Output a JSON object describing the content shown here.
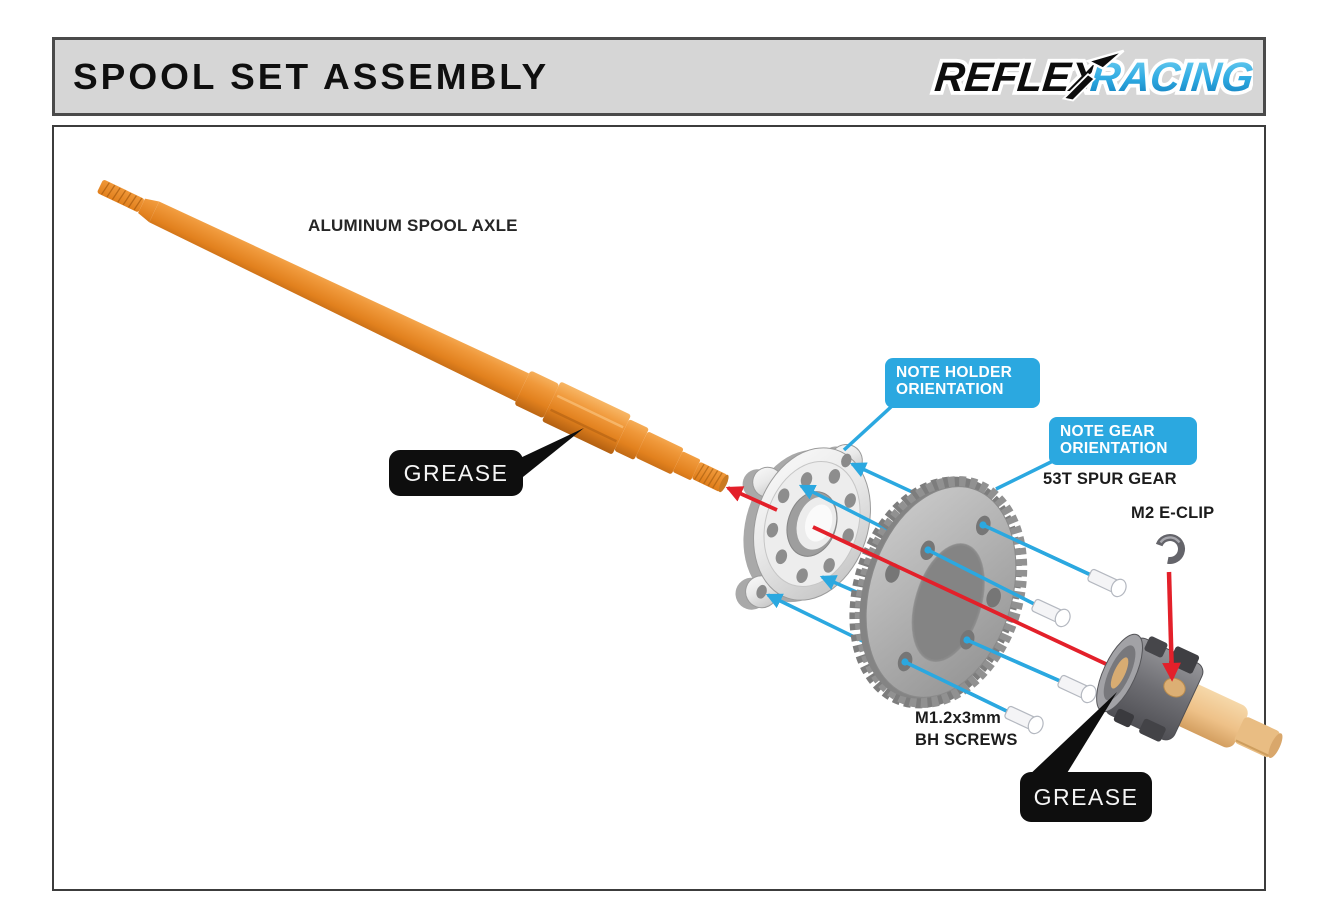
{
  "header": {
    "title": "SPOOL SET ASSEMBLY",
    "brand": {
      "reflex": "REFLEX",
      "racing": "RACING"
    }
  },
  "diagram": {
    "part_labels": {
      "axle": "ALUMINUM SPOOL AXLE",
      "spur_gear": "53T SPUR GEAR",
      "eclip": "M2 E-CLIP",
      "screws_line1": "M1.2x3mm",
      "screws_line2": "BH SCREWS"
    },
    "callouts": {
      "note_holder_line1": "NOTE HOLDER",
      "note_holder_line2": "ORIENTATION",
      "note_gear_line1": "NOTE GEAR",
      "note_gear_line2": "ORIENTATION",
      "grease_left": "GREASE",
      "grease_right": "GREASE"
    },
    "colors": {
      "callout_blue": "#2BA8E0",
      "arrow_red": "#E3202A",
      "axle_orange": "#EA8C2A",
      "grease_black": "#0E0E0E"
    }
  }
}
